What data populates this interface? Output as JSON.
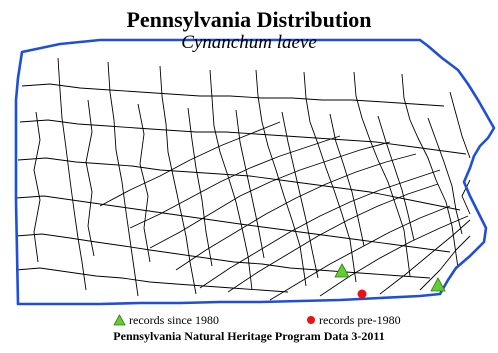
{
  "title": "Pennsylvania Distribution",
  "species": "Cynanchum laeve",
  "colors": {
    "state_border": "#1f4fd8",
    "county_lines": "#000000",
    "since_1980": "#66cc33",
    "pre_1980": "#ee1111"
  },
  "legend": {
    "since_1980_label": "records since 1980",
    "pre_1980_label": "records pre-1980"
  },
  "credit": "Pennsylvania Natural Heritage Program Data 3-2011"
}
